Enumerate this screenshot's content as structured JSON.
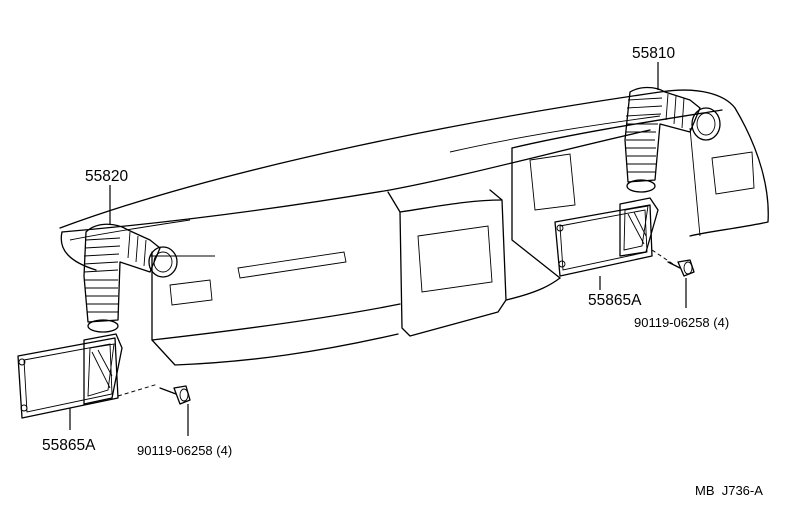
{
  "labels": {
    "part_55810": "55810",
    "part_55820": "55820",
    "part_55865A_right": "55865A",
    "part_55865A_left": "55865A",
    "bolt_right": "90119-06258 (4)",
    "bolt_left": "90119-06258 (4)",
    "diagram_code": "MB  J736-A"
  },
  "icons": [
    "instrument-panel-outline",
    "duct-hose-icon",
    "vent-register-icon",
    "bolt-icon"
  ]
}
